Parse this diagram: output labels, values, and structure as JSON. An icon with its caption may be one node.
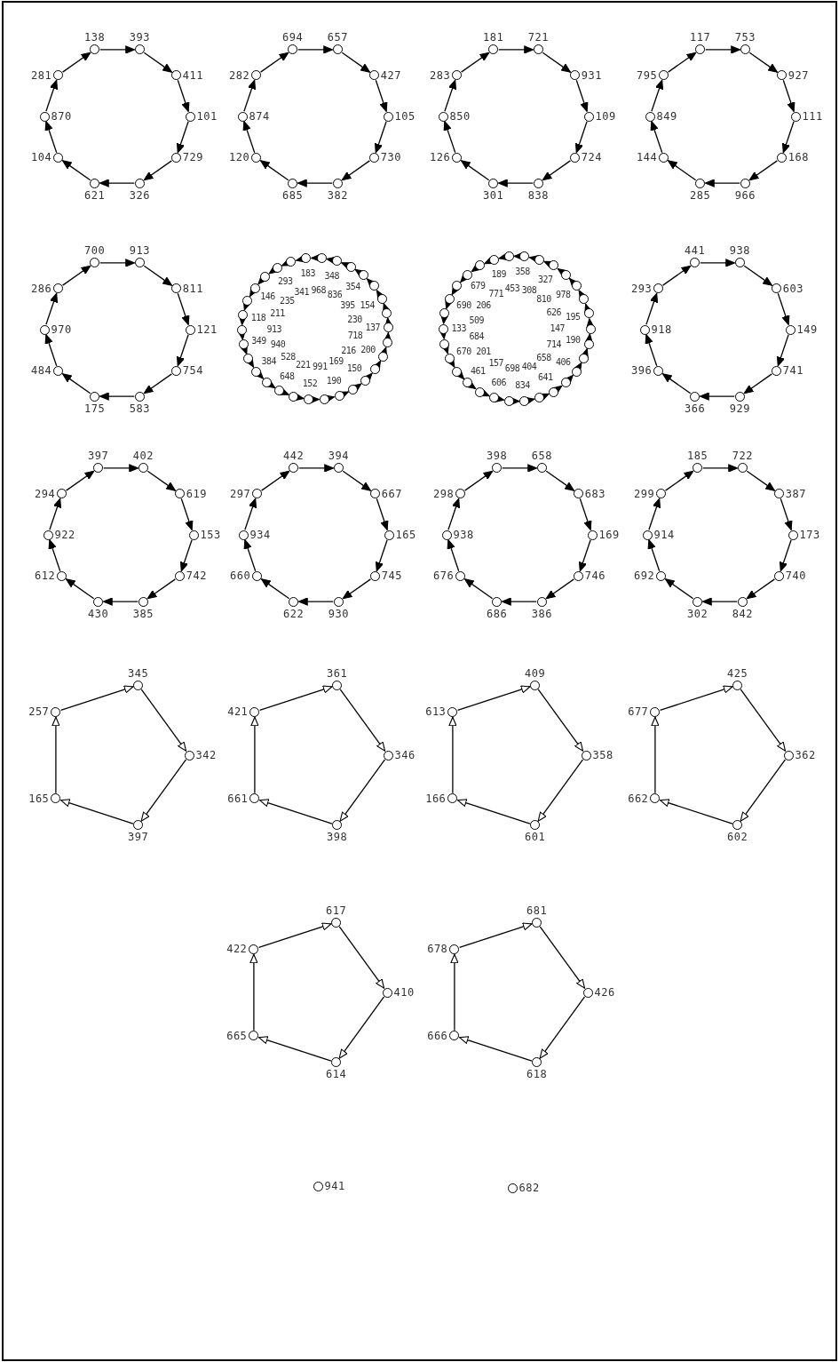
{
  "diagram": {
    "nodes": [
      {
        "text": [
          "138"
        ]
      },
      {
        "text": [
          "393"
        ]
      },
      {
        "text": [
          "411"
        ]
      },
      {
        "text": [
          "101"
        ]
      },
      {
        "text": [
          "729"
        ]
      },
      {
        "text": [
          "326"
        ]
      },
      {
        "text": [
          "621"
        ]
      },
      {
        "text": [
          "104"
        ]
      },
      {
        "text": [
          "870"
        ]
      },
      {
        "text": [
          "281"
        ]
      },
      {
        "text": [
          "694"
        ]
      },
      {
        "text": [
          "657"
        ]
      },
      {
        "text": [
          "427"
        ]
      },
      {
        "text": [
          "105"
        ]
      },
      {
        "text": [
          "730"
        ]
      },
      {
        "text": [
          "382"
        ]
      },
      {
        "text": [
          "685"
        ]
      },
      {
        "text": [
          "120"
        ]
      },
      {
        "text": [
          "874"
        ]
      },
      {
        "text": [
          "282"
        ]
      },
      {
        "text": [
          "181"
        ]
      },
      {
        "text": [
          "721"
        ]
      },
      {
        "text": [
          "931"
        ]
      },
      {
        "text": [
          "109"
        ]
      },
      {
        "text": [
          "724"
        ]
      },
      {
        "text": [
          "838"
        ]
      },
      {
        "text": [
          "301"
        ]
      },
      {
        "text": [
          "126"
        ]
      },
      {
        "text": [
          "850"
        ]
      },
      {
        "text": [
          "283"
        ]
      },
      {
        "text": [
          "117"
        ]
      },
      {
        "text": [
          "753"
        ]
      },
      {
        "text": [
          "927"
        ]
      },
      {
        "text": [
          "111"
        ]
      },
      {
        "text": [
          "168"
        ]
      },
      {
        "text": [
          "966"
        ]
      },
      {
        "text": [
          "285"
        ]
      },
      {
        "text": [
          "144"
        ]
      },
      {
        "text": [
          "849"
        ]
      },
      {
        "text": [
          "795"
        ]
      },
      {
        "text": [
          "700"
        ]
      },
      {
        "text": [
          "913"
        ]
      },
      {
        "text": [
          "811"
        ]
      },
      {
        "text": [
          "121"
        ]
      },
      {
        "text": [
          "754"
        ]
      },
      {
        "text": [
          "583"
        ]
      },
      {
        "text": [
          "175"
        ]
      },
      {
        "text": [
          "484"
        ]
      },
      {
        "text": [
          "970"
        ]
      },
      {
        "text": [
          "286"
        ]
      },
      {
        "text": [
          "293"
        ]
      },
      {
        "text": [
          "341"
        ]
      },
      {
        "text": [
          "183"
        ]
      },
      {
        "text": [
          "968"
        ]
      },
      {
        "text": [
          "348"
        ]
      },
      {
        "text": [
          "836"
        ]
      },
      {
        "text": [
          "354"
        ]
      },
      {
        "text": [
          "395"
        ]
      },
      {
        "text": [
          "154"
        ]
      },
      {
        "text": [
          "230"
        ]
      },
      {
        "text": [
          "137"
        ]
      },
      {
        "text": [
          "718"
        ]
      },
      {
        "text": [
          "200"
        ]
      },
      {
        "text": [
          "216"
        ]
      },
      {
        "text": [
          "150"
        ]
      },
      {
        "text": [
          "169"
        ]
      },
      {
        "text": [
          "190"
        ]
      },
      {
        "text": [
          "991"
        ]
      },
      {
        "text": [
          "152"
        ]
      },
      {
        "text": [
          "221"
        ]
      },
      {
        "text": [
          "648"
        ]
      },
      {
        "text": [
          "528"
        ]
      },
      {
        "text": [
          "384"
        ]
      },
      {
        "text": [
          "940"
        ]
      },
      {
        "text": [
          "349"
        ]
      },
      {
        "text": [
          "913"
        ]
      },
      {
        "text": [
          "118"
        ]
      },
      {
        "text": [
          "211"
        ]
      },
      {
        "text": [
          "146"
        ]
      },
      {
        "text": [
          "235"
        ]
      },
      {
        "text": [
          "679"
        ]
      },
      {
        "text": [
          "206"
        ]
      },
      {
        "text": [
          "690"
        ]
      },
      {
        "text": [
          "509"
        ]
      },
      {
        "text": [
          "133"
        ]
      },
      {
        "text": [
          "684"
        ]
      },
      {
        "text": [
          "670"
        ]
      },
      {
        "text": [
          "201"
        ]
      },
      {
        "text": [
          "461"
        ]
      },
      {
        "text": [
          "157"
        ]
      },
      {
        "text": [
          "606"
        ]
      },
      {
        "text": [
          "698"
        ]
      },
      {
        "text": [
          "834"
        ]
      },
      {
        "text": [
          "404"
        ]
      },
      {
        "text": [
          "641"
        ]
      },
      {
        "text": [
          "658"
        ]
      },
      {
        "text": [
          "406"
        ]
      },
      {
        "text": [
          "714"
        ]
      },
      {
        "text": [
          "190"
        ]
      },
      {
        "text": [
          "147"
        ]
      },
      {
        "text": [
          "195"
        ]
      },
      {
        "text": [
          "626"
        ]
      },
      {
        "text": [
          "978"
        ]
      },
      {
        "text": [
          "810"
        ]
      },
      {
        "text": [
          "327"
        ]
      },
      {
        "text": [
          "308"
        ]
      },
      {
        "text": [
          "358"
        ]
      },
      {
        "text": [
          "453"
        ]
      },
      {
        "text": [
          "189"
        ]
      },
      {
        "text": [
          "771"
        ]
      },
      {
        "text": [
          "441"
        ]
      },
      {
        "text": [
          "938"
        ]
      },
      {
        "text": [
          "603"
        ]
      },
      {
        "text": [
          "149"
        ]
      },
      {
        "text": [
          "741"
        ]
      },
      {
        "text": [
          "929"
        ]
      },
      {
        "text": [
          "366"
        ]
      },
      {
        "text": [
          "396"
        ]
      },
      {
        "text": [
          "918"
        ]
      },
      {
        "text": [
          "293"
        ]
      },
      {
        "text": [
          "397"
        ]
      },
      {
        "text": [
          "402"
        ]
      },
      {
        "text": [
          "619"
        ]
      },
      {
        "text": [
          "153"
        ]
      },
      {
        "text": [
          "742"
        ]
      },
      {
        "text": [
          "385"
        ]
      },
      {
        "text": [
          "430"
        ]
      },
      {
        "text": [
          "612"
        ]
      },
      {
        "text": [
          "922"
        ]
      },
      {
        "text": [
          "294"
        ]
      },
      {
        "text": [
          "442"
        ]
      },
      {
        "text": [
          "394"
        ]
      },
      {
        "text": [
          "667"
        ]
      },
      {
        "text": [
          "165"
        ]
      },
      {
        "text": [
          "745"
        ]
      },
      {
        "text": [
          "930"
        ]
      },
      {
        "text": [
          "622"
        ]
      },
      {
        "text": [
          "660"
        ]
      },
      {
        "text": [
          "934"
        ]
      },
      {
        "text": [
          "297"
        ]
      },
      {
        "text": [
          "398"
        ]
      },
      {
        "text": [
          "658"
        ]
      },
      {
        "text": [
          "683"
        ]
      },
      {
        "text": [
          "169"
        ]
      },
      {
        "text": [
          "746"
        ]
      },
      {
        "text": [
          "386"
        ]
      },
      {
        "text": [
          "686"
        ]
      },
      {
        "text": [
          "676"
        ]
      },
      {
        "text": [
          "938"
        ]
      },
      {
        "text": [
          "298"
        ]
      },
      {
        "text": [
          "185"
        ]
      },
      {
        "text": [
          "722"
        ]
      },
      {
        "text": [
          "387"
        ]
      },
      {
        "text": [
          "173"
        ]
      },
      {
        "text": [
          "740"
        ]
      },
      {
        "text": [
          "842"
        ]
      },
      {
        "text": [
          "302"
        ]
      },
      {
        "text": [
          "692"
        ]
      },
      {
        "text": [
          "914"
        ]
      },
      {
        "text": [
          "299"
        ]
      },
      {
        "text": [
          "345"
        ]
      },
      {
        "text": [
          "342"
        ]
      },
      {
        "text": [
          "397"
        ]
      },
      {
        "text": [
          "165"
        ]
      },
      {
        "text": [
          "257"
        ]
      },
      {
        "text": [
          "361"
        ]
      },
      {
        "text": [
          "346"
        ]
      },
      {
        "text": [
          "398"
        ]
      },
      {
        "text": [
          "661"
        ]
      },
      {
        "text": [
          "421"
        ]
      },
      {
        "text": [
          "409"
        ]
      },
      {
        "text": [
          "358"
        ]
      },
      {
        "text": [
          "601"
        ]
      },
      {
        "text": [
          "166"
        ]
      },
      {
        "text": [
          "613"
        ]
      },
      {
        "text": [
          "425"
        ]
      },
      {
        "text": [
          "362"
        ]
      },
      {
        "text": [
          "602"
        ]
      },
      {
        "text": [
          "662"
        ]
      },
      {
        "text": [
          "677"
        ]
      },
      {
        "text": [
          "617"
        ]
      },
      {
        "text": [
          "410"
        ]
      },
      {
        "text": [
          "614"
        ]
      },
      {
        "text": [
          "665"
        ]
      },
      {
        "text": [
          "422"
        ]
      },
      {
        "text": [
          "681"
        ]
      },
      {
        "text": [
          "426"
        ]
      },
      {
        "text": [
          "618"
        ]
      },
      {
        "text": [
          "666"
        ]
      },
      {
        "text": [
          "678"
        ]
      },
      {
        "text": [
          "941"
        ]
      },
      {
        "text": [
          "682"
        ]
      }
    ],
    "edges": [
      {
        "from": 0,
        "to": 1,
        "arrow": "to"
      },
      {
        "from": 1,
        "to": 2,
        "arrow": "to"
      },
      {
        "from": 2,
        "to": 3,
        "arrow": "to"
      },
      {
        "from": 3,
        "to": 4,
        "arrow": "to"
      },
      {
        "from": 4,
        "to": 5,
        "arrow": "to"
      },
      {
        "from": 5,
        "to": 6,
        "arrow": "to"
      },
      {
        "from": 6,
        "to": 7,
        "arrow": "to"
      },
      {
        "from": 7,
        "to": 8,
        "arrow": "to"
      },
      {
        "from": 8,
        "to": 9,
        "arrow": "to"
      },
      {
        "from": 9,
        "to": 0,
        "arrow": "to"
      },
      {
        "from": 10,
        "to": 11,
        "arrow": "to"
      },
      {
        "from": 11,
        "to": 12,
        "arrow": "to"
      },
      {
        "from": 12,
        "to": 13,
        "arrow": "to"
      },
      {
        "from": 13,
        "to": 14,
        "arrow": "to"
      },
      {
        "from": 14,
        "to": 15,
        "arrow": "to"
      },
      {
        "from": 15,
        "to": 16,
        "arrow": "to"
      },
      {
        "from": 16,
        "to": 17,
        "arrow": "to"
      },
      {
        "from": 17,
        "to": 18,
        "arrow": "to"
      },
      {
        "from": 18,
        "to": 19,
        "arrow": "to"
      },
      {
        "from": 19,
        "to": 10,
        "arrow": "to"
      },
      {
        "from": 20,
        "to": 21,
        "arrow": "to"
      },
      {
        "from": 21,
        "to": 22,
        "arrow": "to"
      },
      {
        "from": 22,
        "to": 23,
        "arrow": "to"
      },
      {
        "from": 23,
        "to": 24,
        "arrow": "to"
      },
      {
        "from": 24,
        "to": 25,
        "arrow": "to"
      },
      {
        "from": 25,
        "to": 26,
        "arrow": "to"
      },
      {
        "from": 26,
        "to": 27,
        "arrow": "to"
      },
      {
        "from": 27,
        "to": 28,
        "arrow": "to"
      },
      {
        "from": 28,
        "to": 29,
        "arrow": "to"
      },
      {
        "from": 29,
        "to": 20,
        "arrow": "to"
      },
      {
        "from": 30,
        "to": 31,
        "arrow": "to"
      },
      {
        "from": 31,
        "to": 32,
        "arrow": "to"
      },
      {
        "from": 32,
        "to": 33,
        "arrow": "to"
      },
      {
        "from": 33,
        "to": 34,
        "arrow": "to"
      },
      {
        "from": 34,
        "to": 35,
        "arrow": "to"
      },
      {
        "from": 35,
        "to": 36,
        "arrow": "to"
      },
      {
        "from": 36,
        "to": 37,
        "arrow": "to"
      },
      {
        "from": 37,
        "to": 38,
        "arrow": "to"
      },
      {
        "from": 38,
        "to": 39,
        "arrow": "to"
      },
      {
        "from": 39,
        "to": 30,
        "arrow": "to"
      },
      {
        "from": 40,
        "to": 41,
        "arrow": "to"
      },
      {
        "from": 41,
        "to": 42,
        "arrow": "to"
      },
      {
        "from": 42,
        "to": 43,
        "arrow": "to"
      },
      {
        "from": 43,
        "to": 44,
        "arrow": "to"
      },
      {
        "from": 44,
        "to": 45,
        "arrow": "to"
      },
      {
        "from": 45,
        "to": 46,
        "arrow": "to"
      },
      {
        "from": 46,
        "to": 47,
        "arrow": "to"
      },
      {
        "from": 47,
        "to": 48,
        "arrow": "to"
      },
      {
        "from": 48,
        "to": 49,
        "arrow": "to"
      },
      {
        "from": 49,
        "to": 40,
        "arrow": "to"
      },
      {
        "from": 51,
        "to": 50,
        "arrow": "to"
      },
      {
        "from": 52,
        "to": 51,
        "arrow": "to"
      },
      {
        "from": 53,
        "to": 52,
        "arrow": "to"
      },
      {
        "from": 54,
        "to": 53,
        "arrow": "to"
      },
      {
        "from": 55,
        "to": 54,
        "arrow": "to"
      },
      {
        "from": 56,
        "to": 55,
        "arrow": "to"
      },
      {
        "from": 57,
        "to": 56,
        "arrow": "to"
      },
      {
        "from": 58,
        "to": 57,
        "arrow": "to"
      },
      {
        "from": 59,
        "to": 58,
        "arrow": "to"
      },
      {
        "from": 60,
        "to": 59,
        "arrow": "to"
      },
      {
        "from": 61,
        "to": 60,
        "arrow": "to"
      },
      {
        "from": 62,
        "to": 61,
        "arrow": "to"
      },
      {
        "from": 63,
        "to": 62,
        "arrow": "to"
      },
      {
        "from": 64,
        "to": 63,
        "arrow": "to"
      },
      {
        "from": 65,
        "to": 64,
        "arrow": "to"
      },
      {
        "from": 66,
        "to": 65,
        "arrow": "to"
      },
      {
        "from": 67,
        "to": 66,
        "arrow": "to"
      },
      {
        "from": 68,
        "to": 67,
        "arrow": "to"
      },
      {
        "from": 69,
        "to": 68,
        "arrow": "to"
      },
      {
        "from": 70,
        "to": 69,
        "arrow": "to"
      },
      {
        "from": 71,
        "to": 70,
        "arrow": "to"
      },
      {
        "from": 72,
        "to": 71,
        "arrow": "to"
      },
      {
        "from": 73,
        "to": 72,
        "arrow": "to"
      },
      {
        "from": 74,
        "to": 73,
        "arrow": "to"
      },
      {
        "from": 75,
        "to": 74,
        "arrow": "to"
      },
      {
        "from": 76,
        "to": 75,
        "arrow": "to"
      },
      {
        "from": 77,
        "to": 76,
        "arrow": "to"
      },
      {
        "from": 78,
        "to": 77,
        "arrow": "to"
      },
      {
        "from": 79,
        "to": 78,
        "arrow": "to"
      },
      {
        "from": 50,
        "to": 79,
        "arrow": "to"
      },
      {
        "from": 80,
        "to": 81,
        "arrow": "to"
      },
      {
        "from": 81,
        "to": 82,
        "arrow": "to"
      },
      {
        "from": 82,
        "to": 83,
        "arrow": "to"
      },
      {
        "from": 83,
        "to": 84,
        "arrow": "to"
      },
      {
        "from": 84,
        "to": 85,
        "arrow": "to"
      },
      {
        "from": 85,
        "to": 86,
        "arrow": "to"
      },
      {
        "from": 86,
        "to": 87,
        "arrow": "to"
      },
      {
        "from": 87,
        "to": 88,
        "arrow": "to"
      },
      {
        "from": 88,
        "to": 89,
        "arrow": "to"
      },
      {
        "from": 89,
        "to": 90,
        "arrow": "to"
      },
      {
        "from": 90,
        "to": 91,
        "arrow": "to"
      },
      {
        "from": 91,
        "to": 92,
        "arrow": "to"
      },
      {
        "from": 92,
        "to": 93,
        "arrow": "to"
      },
      {
        "from": 93,
        "to": 94,
        "arrow": "to"
      },
      {
        "from": 94,
        "to": 95,
        "arrow": "to"
      },
      {
        "from": 95,
        "to": 96,
        "arrow": "to"
      },
      {
        "from": 96,
        "to": 97,
        "arrow": "to"
      },
      {
        "from": 97,
        "to": 98,
        "arrow": "to"
      },
      {
        "from": 98,
        "to": 99,
        "arrow": "to"
      },
      {
        "from": 99,
        "to": 100,
        "arrow": "to"
      },
      {
        "from": 100,
        "to": 101,
        "arrow": "to"
      },
      {
        "from": 101,
        "to": 102,
        "arrow": "to"
      },
      {
        "from": 102,
        "to": 103,
        "arrow": "to"
      },
      {
        "from": 103,
        "to": 104,
        "arrow": "to"
      },
      {
        "from": 104,
        "to": 105,
        "arrow": "to"
      },
      {
        "from": 105,
        "to": 106,
        "arrow": "to"
      },
      {
        "from": 106,
        "to": 107,
        "arrow": "to"
      },
      {
        "from": 107,
        "to": 108,
        "arrow": "to"
      },
      {
        "from": 108,
        "to": 109,
        "arrow": "to"
      },
      {
        "from": 109,
        "to": 80,
        "arrow": "to"
      },
      {
        "from": 110,
        "to": 111,
        "arrow": "to"
      },
      {
        "from": 111,
        "to": 112,
        "arrow": "to"
      },
      {
        "from": 112,
        "to": 113,
        "arrow": "to"
      },
      {
        "from": 113,
        "to": 114,
        "arrow": "to"
      },
      {
        "from": 114,
        "to": 115,
        "arrow": "to"
      },
      {
        "from": 115,
        "to": 116,
        "arrow": "to"
      },
      {
        "from": 116,
        "to": 117,
        "arrow": "to"
      },
      {
        "from": 117,
        "to": 118,
        "arrow": "to"
      },
      {
        "from": 118,
        "to": 119,
        "arrow": "to"
      },
      {
        "from": 119,
        "to": 110,
        "arrow": "to"
      },
      {
        "from": 120,
        "to": 121,
        "arrow": "to"
      },
      {
        "from": 121,
        "to": 122,
        "arrow": "to"
      },
      {
        "from": 122,
        "to": 123,
        "arrow": "to"
      },
      {
        "from": 123,
        "to": 124,
        "arrow": "to"
      },
      {
        "from": 124,
        "to": 125,
        "arrow": "to"
      },
      {
        "from": 125,
        "to": 126,
        "arrow": "to"
      },
      {
        "from": 126,
        "to": 127,
        "arrow": "to"
      },
      {
        "from": 127,
        "to": 128,
        "arrow": "to"
      },
      {
        "from": 128,
        "to": 129,
        "arrow": "to"
      },
      {
        "from": 129,
        "to": 120,
        "arrow": "to"
      },
      {
        "from": 130,
        "to": 131,
        "arrow": "to"
      },
      {
        "from": 131,
        "to": 132,
        "arrow": "to"
      },
      {
        "from": 132,
        "to": 133,
        "arrow": "to"
      },
      {
        "from": 133,
        "to": 134,
        "arrow": "to"
      },
      {
        "from": 134,
        "to": 135,
        "arrow": "to"
      },
      {
        "from": 135,
        "to": 136,
        "arrow": "to"
      },
      {
        "from": 136,
        "to": 137,
        "arrow": "to"
      },
      {
        "from": 137,
        "to": 138,
        "arrow": "to"
      },
      {
        "from": 138,
        "to": 139,
        "arrow": "to"
      },
      {
        "from": 139,
        "to": 130,
        "arrow": "to"
      },
      {
        "from": 140,
        "to": 141,
        "arrow": "to"
      },
      {
        "from": 141,
        "to": 142,
        "arrow": "to"
      },
      {
        "from": 142,
        "to": 143,
        "arrow": "to"
      },
      {
        "from": 143,
        "to": 144,
        "arrow": "to"
      },
      {
        "from": 144,
        "to": 145,
        "arrow": "to"
      },
      {
        "from": 145,
        "to": 146,
        "arrow": "to"
      },
      {
        "from": 146,
        "to": 147,
        "arrow": "to"
      },
      {
        "from": 147,
        "to": 148,
        "arrow": "to"
      },
      {
        "from": 148,
        "to": 149,
        "arrow": "to"
      },
      {
        "from": 149,
        "to": 140,
        "arrow": "to"
      },
      {
        "from": 150,
        "to": 151,
        "arrow": "to"
      },
      {
        "from": 151,
        "to": 152,
        "arrow": "to"
      },
      {
        "from": 152,
        "to": 153,
        "arrow": "to"
      },
      {
        "from": 153,
        "to": 154,
        "arrow": "to"
      },
      {
        "from": 154,
        "to": 155,
        "arrow": "to"
      },
      {
        "from": 155,
        "to": 156,
        "arrow": "to"
      },
      {
        "from": 156,
        "to": 157,
        "arrow": "to"
      },
      {
        "from": 157,
        "to": 158,
        "arrow": "to"
      },
      {
        "from": 158,
        "to": 159,
        "arrow": "to"
      },
      {
        "from": 159,
        "to": 150,
        "arrow": "to"
      },
      {
        "from": 160,
        "to": 161,
        "arrow": "to"
      },
      {
        "from": 161,
        "to": 162,
        "arrow": "to"
      },
      {
        "from": 162,
        "to": 163,
        "arrow": "to"
      },
      {
        "from": 163,
        "to": 164,
        "arrow": "to"
      },
      {
        "from": 164,
        "to": 160,
        "arrow": "to"
      },
      {
        "from": 165,
        "to": 166,
        "arrow": "to"
      },
      {
        "from": 166,
        "to": 167,
        "arrow": "to"
      },
      {
        "from": 167,
        "to": 168,
        "arrow": "to"
      },
      {
        "from": 168,
        "to": 169,
        "arrow": "to"
      },
      {
        "from": 169,
        "to": 165,
        "arrow": "to"
      },
      {
        "from": 170,
        "to": 171,
        "arrow": "to"
      },
      {
        "from": 171,
        "to": 172,
        "arrow": "to"
      },
      {
        "from": 172,
        "to": 173,
        "arrow": "to"
      },
      {
        "from": 173,
        "to": 174,
        "arrow": "to"
      },
      {
        "from": 174,
        "to": 170,
        "arrow": "to"
      },
      {
        "from": 175,
        "to": 176,
        "arrow": "to"
      },
      {
        "from": 176,
        "to": 177,
        "arrow": "to"
      },
      {
        "from": 177,
        "to": 178,
        "arrow": "to"
      },
      {
        "from": 178,
        "to": 179,
        "arrow": "to"
      },
      {
        "from": 179,
        "to": 175,
        "arrow": "to"
      },
      {
        "from": 180,
        "to": 181,
        "arrow": "to"
      },
      {
        "from": 181,
        "to": 182,
        "arrow": "to"
      },
      {
        "from": 182,
        "to": 183,
        "arrow": "to"
      },
      {
        "from": 183,
        "to": 184,
        "arrow": "to"
      },
      {
        "from": 184,
        "to": 180,
        "arrow": "to"
      },
      {
        "from": 185,
        "to": 186,
        "arrow": "to"
      },
      {
        "from": 186,
        "to": 187,
        "arrow": "to"
      },
      {
        "from": 187,
        "to": 188,
        "arrow": "to"
      },
      {
        "from": 188,
        "to": 189,
        "arrow": "to"
      },
      {
        "from": 189,
        "to": 185,
        "arrow": "to"
      }
    ]
  }
}
